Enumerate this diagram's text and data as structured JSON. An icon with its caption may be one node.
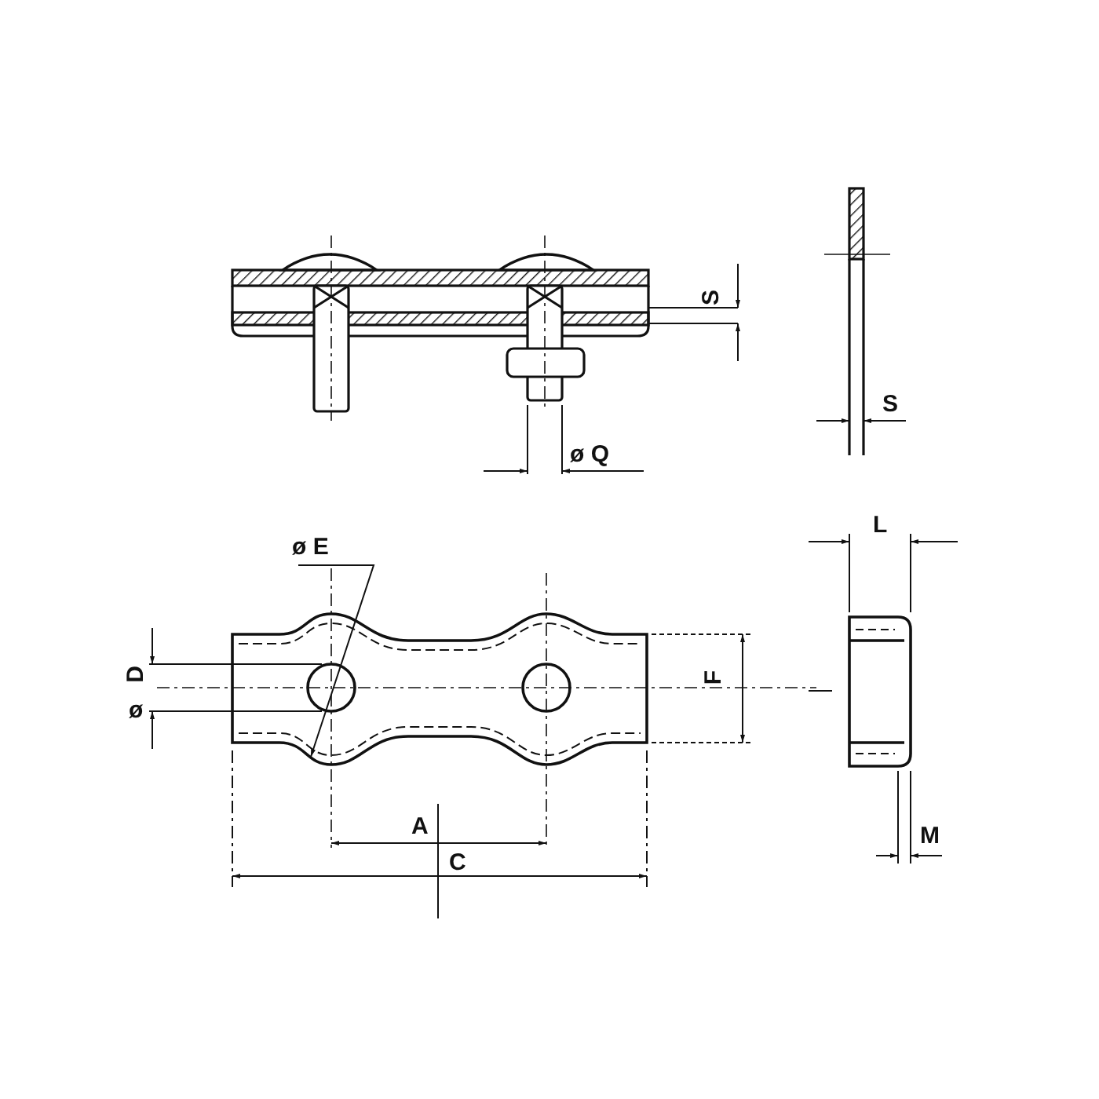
{
  "diagram": {
    "labels": [
      "S",
      "S",
      "ø Q",
      "L",
      "ø E",
      "D",
      "ø",
      "F",
      "A",
      "M",
      "C"
    ]
  }
}
